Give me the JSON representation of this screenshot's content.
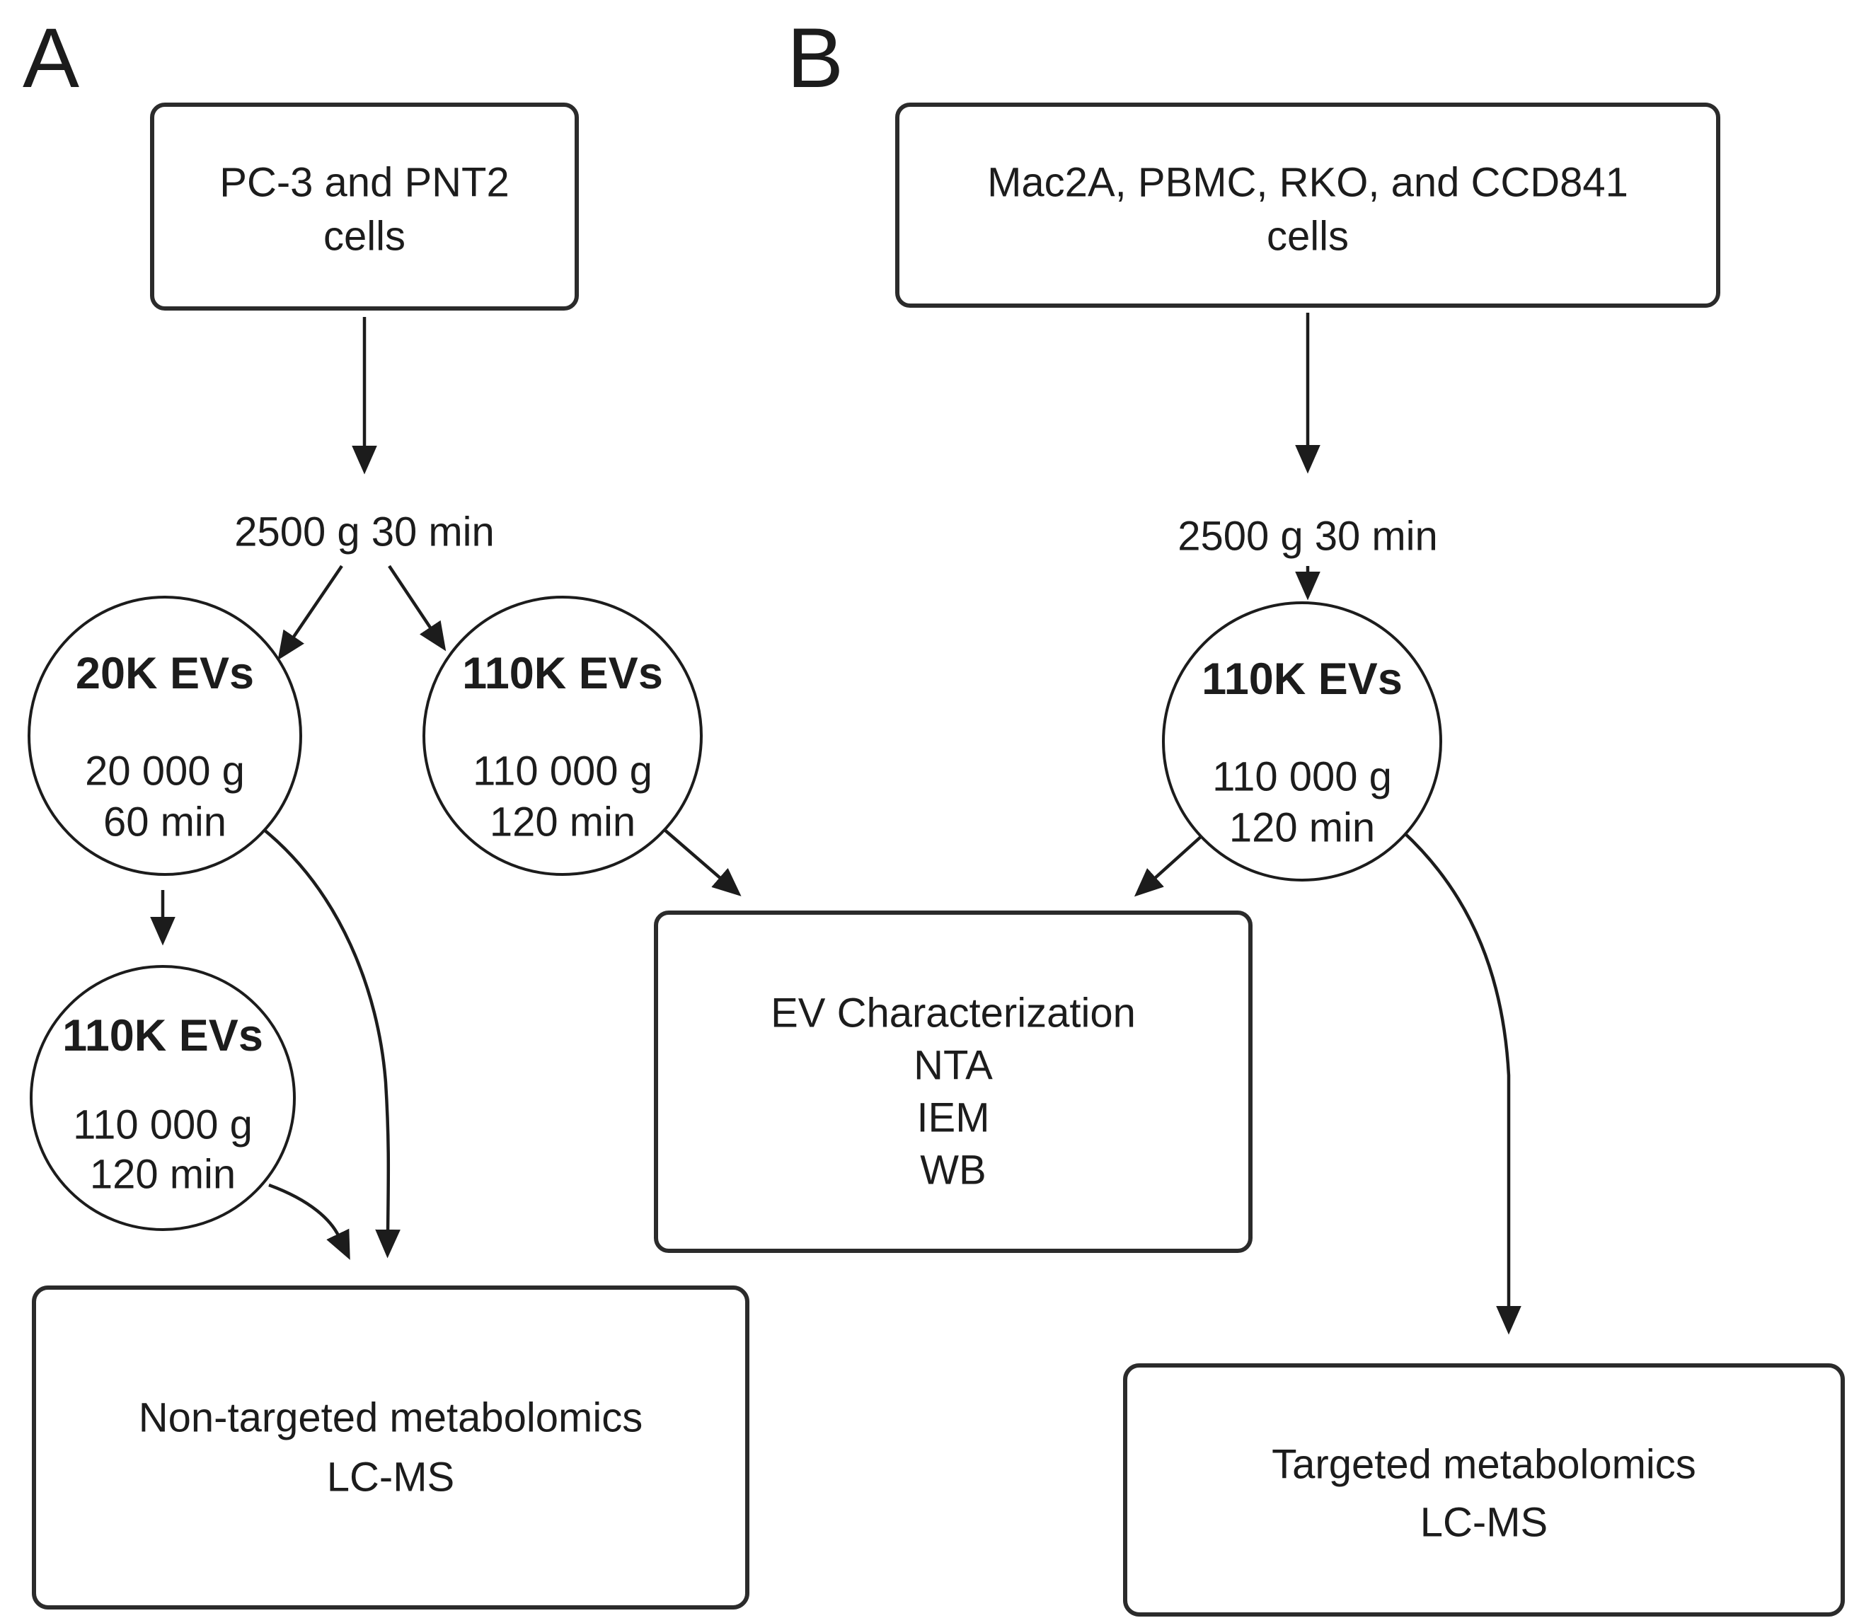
{
  "figure": {
    "type": "flowchart",
    "background": "#ffffff",
    "ink": "#1c1c1c",
    "panel_a": {
      "label": "A",
      "source_box": {
        "lines": [
          "PC-3 and PNT2",
          "cells"
        ]
      },
      "spin_step": "2500 g 30 min",
      "circle_20k": {
        "title": "20K EVs",
        "g_force": "20 000 g",
        "duration": "60 min"
      },
      "circle_110k": {
        "title": "110K EVs",
        "g_force": "110 000 g",
        "duration": "120 min"
      },
      "circle_110k_second": {
        "title": "110K EVs",
        "g_force": "110 000 g",
        "duration": "120 min"
      },
      "output_box": {
        "lines": [
          "Non-targeted metabolomics",
          "LC-MS"
        ]
      }
    },
    "panel_b": {
      "label": "B",
      "source_box": {
        "lines": [
          "Mac2A, PBMC, RKO, and CCD841",
          "cells"
        ]
      },
      "spin_step": "2500 g 30 min",
      "circle_110k": {
        "title": "110K EVs",
        "g_force": "110 000 g",
        "duration": "120 min"
      },
      "output_box": {
        "lines": [
          "Targeted metabolomics",
          "LC-MS"
        ]
      }
    },
    "characterization_box": {
      "lines": [
        "EV Characterization",
        "NTA",
        "IEM",
        "WB"
      ]
    }
  }
}
